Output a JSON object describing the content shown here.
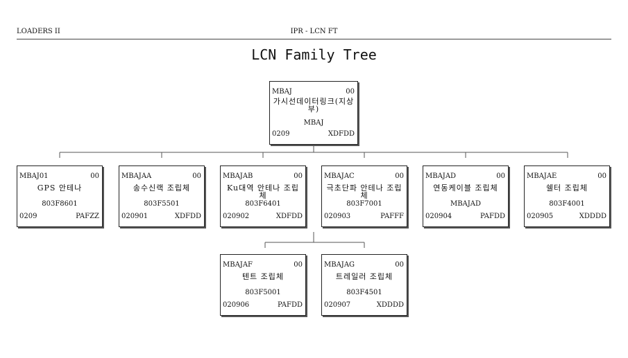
{
  "header": {
    "left": "LOADERS II",
    "center": "IPR - LCN FT"
  },
  "title": "LCN Family Tree",
  "root": {
    "code": "MBAJ",
    "ver": "00",
    "name": "가시선데이터링크(지상부)",
    "part": "MBAJ",
    "smr": "0209",
    "src": "XDFDD"
  },
  "children": [
    {
      "code": "MBAJ01",
      "ver": "00",
      "name": "GPS 안테나",
      "part": "803F8601",
      "smr": "0209",
      "src": "PAFZZ"
    },
    {
      "code": "MBAJAA",
      "ver": "00",
      "name": "송수신랙 조립체",
      "part": "803F5501",
      "smr": "020901",
      "src": "XDFDD"
    },
    {
      "code": "MBAJAB",
      "ver": "00",
      "name": "Ku대역 안테나 조립체",
      "part": "803F6401",
      "smr": "020902",
      "src": "XDFDD"
    },
    {
      "code": "MBAJAC",
      "ver": "00",
      "name": "극초단파 안테나 조립체",
      "part": "803F7001",
      "smr": "020903",
      "src": "PAFFF"
    },
    {
      "code": "MBAJAD",
      "ver": "00",
      "name": "연동케이블 조립체",
      "part": "MBAJAD",
      "smr": "020904",
      "src": "PAFDD"
    },
    {
      "code": "MBAJAE",
      "ver": "00",
      "name": "쉘터 조립체",
      "part": "803F4001",
      "smr": "020905",
      "src": "XDDDD"
    }
  ],
  "grandchildren": [
    {
      "code": "MBAJAF",
      "ver": "00",
      "name": "텐트 조립체",
      "part": "803F5001",
      "smr": "020906",
      "src": "PAFDD"
    },
    {
      "code": "MBAJAG",
      "ver": "00",
      "name": "트레일러 조립체",
      "part": "803F4501",
      "smr": "020907",
      "src": "XDDDD"
    }
  ]
}
